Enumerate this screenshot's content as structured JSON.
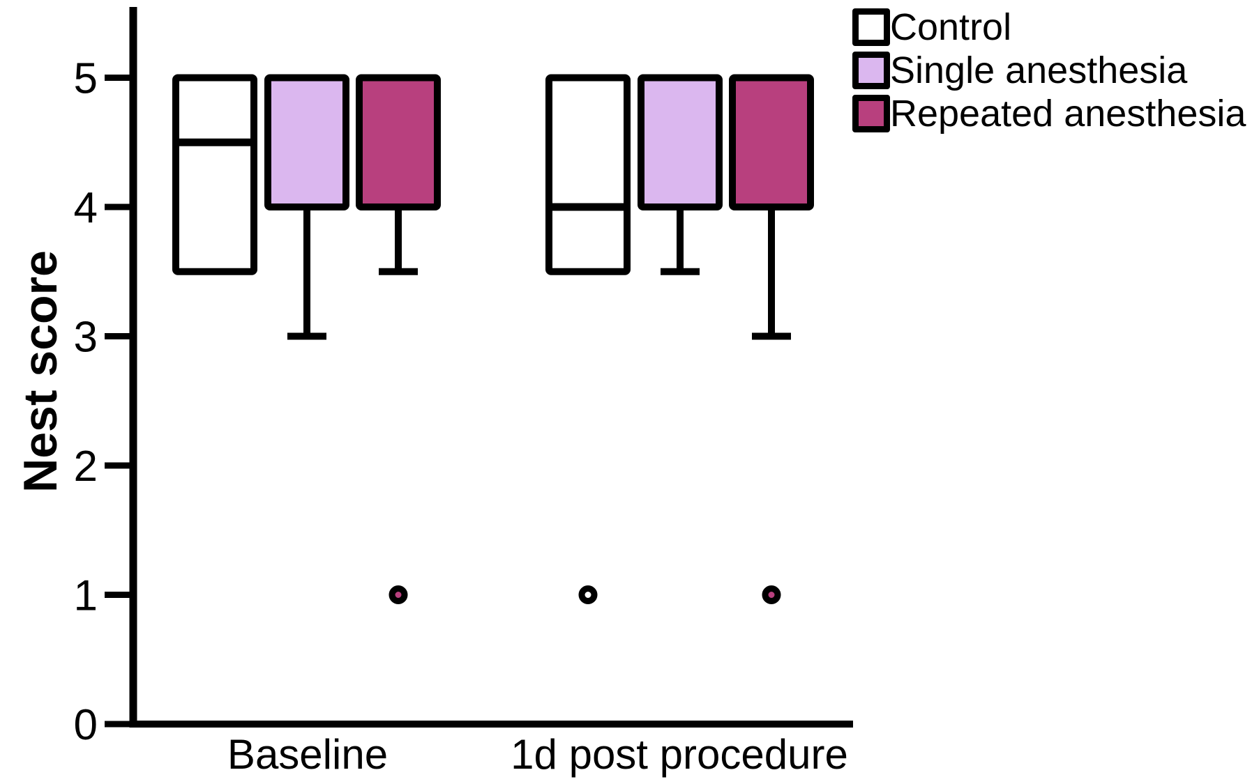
{
  "figure": {
    "background": "#FFFFFF",
    "axis_color": "#000000"
  },
  "chart_data": {
    "type": "boxplot",
    "title": "",
    "xlabel": "",
    "ylabel": "Nest score",
    "ylim": [
      0,
      5.6
    ],
    "yticks": [
      0,
      1,
      2,
      3,
      4,
      5
    ],
    "grid": false,
    "legend_position": "top-right",
    "groups": [
      "Baseline",
      "1d post procedure"
    ],
    "series": [
      {
        "name": "Control",
        "fill": "#FFFFFF",
        "edge": "#000000"
      },
      {
        "name": "Single anesthesia",
        "fill": "#DBB7EF",
        "edge": "#000000"
      },
      {
        "name": "Repeated anesthesia",
        "fill": "#B8407E",
        "edge": "#000000"
      }
    ],
    "boxes": [
      {
        "group": "Baseline",
        "series": "Control",
        "q1": 3.5,
        "median": 4.5,
        "q3": 5,
        "whisker_low": null,
        "whisker_high": null,
        "outliers": []
      },
      {
        "group": "Baseline",
        "series": "Single anesthesia",
        "q1": 4,
        "median": null,
        "q3": 5,
        "whisker_low": 3,
        "whisker_high": null,
        "outliers": []
      },
      {
        "group": "Baseline",
        "series": "Repeated anesthesia",
        "q1": 4,
        "median": null,
        "q3": 5,
        "whisker_low": 3.5,
        "whisker_high": null,
        "outliers": [
          1
        ]
      },
      {
        "group": "1d post procedure",
        "series": "Control",
        "q1": 3.5,
        "median": 4,
        "q3": 5,
        "whisker_low": null,
        "whisker_high": null,
        "outliers": [
          1
        ]
      },
      {
        "group": "1d post procedure",
        "series": "Single anesthesia",
        "q1": 4,
        "median": null,
        "q3": 5,
        "whisker_low": 3.5,
        "whisker_high": null,
        "outliers": []
      },
      {
        "group": "1d post procedure",
        "series": "Repeated anesthesia",
        "q1": 4,
        "median": null,
        "q3": 5,
        "whisker_low": 3,
        "whisker_high": null,
        "outliers": [
          1
        ]
      }
    ]
  }
}
